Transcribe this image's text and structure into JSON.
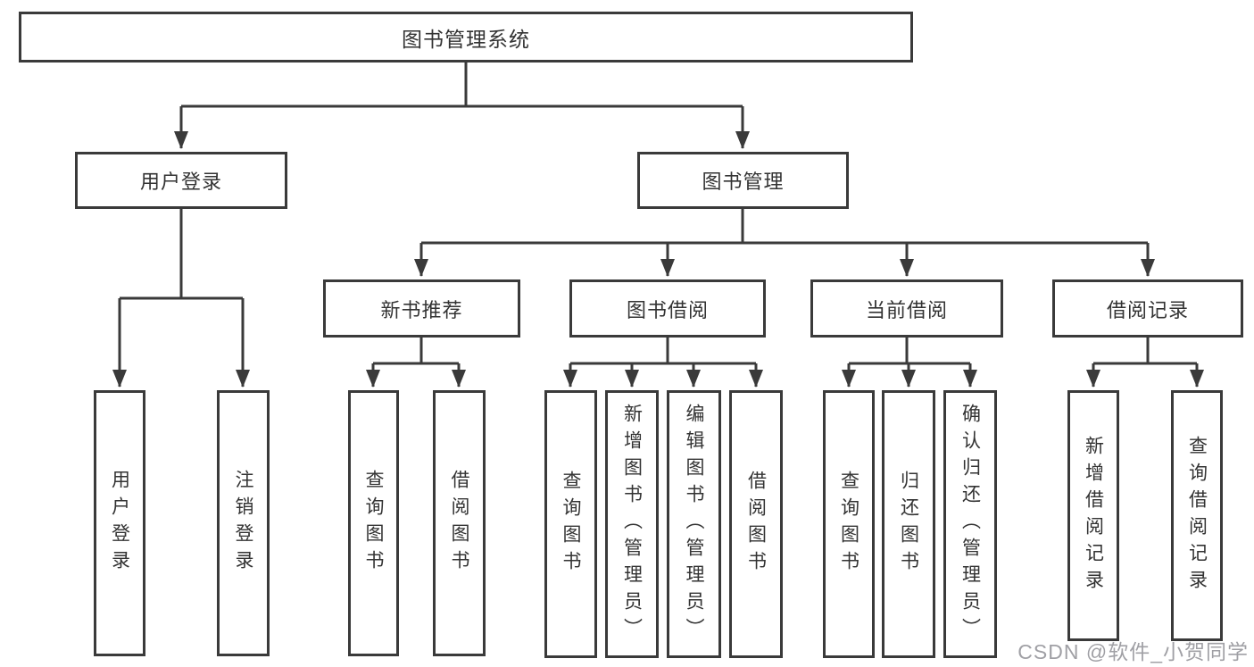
{
  "diagram": {
    "type": "tree",
    "root": {
      "label": "图书管理系统"
    },
    "branches": [
      {
        "label": "用户登录",
        "children": [
          {
            "label": "用户登录"
          },
          {
            "label": "注销登录"
          }
        ]
      },
      {
        "label": "图书管理",
        "children": [
          {
            "label": "新书推荐",
            "children": [
              {
                "label": "查询图书"
              },
              {
                "label": "借阅图书"
              }
            ]
          },
          {
            "label": "图书借阅",
            "children": [
              {
                "label": "查询图书"
              },
              {
                "label": "新增图书（管理员）"
              },
              {
                "label": "编辑图书（管理员）"
              },
              {
                "label": "借阅图书"
              }
            ]
          },
          {
            "label": "当前借阅",
            "children": [
              {
                "label": "查询图书"
              },
              {
                "label": "归还图书"
              },
              {
                "label": "确认归还（管理员）"
              }
            ]
          },
          {
            "label": "借阅记录",
            "children": [
              {
                "label": "新增借阅记录"
              },
              {
                "label": "查询借阅记录"
              }
            ]
          }
        ]
      }
    ]
  },
  "watermark": {
    "text": "CSDN @软件_小贺同学"
  },
  "colors": {
    "line-color": "#3a3a3a",
    "text-color": "#333333",
    "watermark-color": "#a0a0a5",
    "bg-color": "#ffffff"
  }
}
